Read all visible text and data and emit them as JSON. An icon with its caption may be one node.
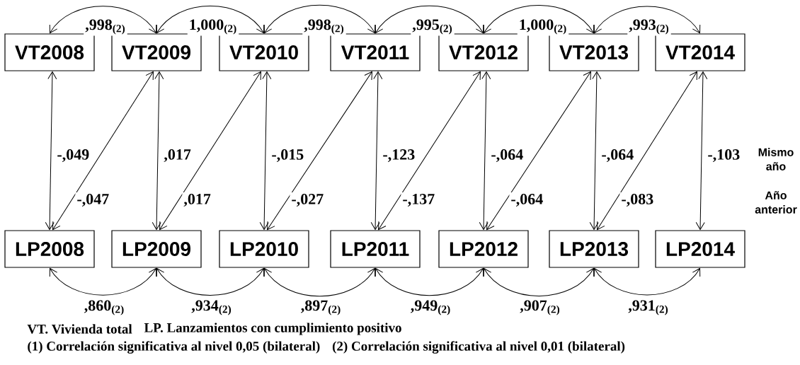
{
  "diagram": {
    "nodes": [
      {
        "text": [
          "VT2008"
        ]
      },
      {
        "text": [
          "VT2009"
        ]
      },
      {
        "text": [
          "VT2010"
        ]
      },
      {
        "text": [
          "VT2011"
        ]
      },
      {
        "text": [
          "VT2012"
        ]
      },
      {
        "text": [
          "VT2013"
        ]
      },
      {
        "text": [
          "VT2014"
        ]
      },
      {
        "text": [
          "LP2008"
        ]
      },
      {
        "text": [
          "LP2009"
        ]
      },
      {
        "text": [
          "LP2010"
        ]
      },
      {
        "text": [
          "LP2011"
        ]
      },
      {
        "text": [
          "LP2012"
        ]
      },
      {
        "text": [
          "LP2013"
        ]
      },
      {
        "text": [
          "LP2014"
        ]
      }
    ],
    "edges": [
      {
        "from": 0,
        "to": 1,
        "arrow": "both",
        "label": ",998$_{(2)}$"
      },
      {
        "from": 1,
        "to": 2,
        "arrow": "both",
        "label": "1,000$_{(2)}$"
      },
      {
        "from": 2,
        "to": 3,
        "arrow": "both",
        "label": ",998$_{(2)}$"
      },
      {
        "from": 3,
        "to": 4,
        "arrow": "both",
        "label": ",995$_{(2)}$"
      },
      {
        "from": 4,
        "to": 5,
        "arrow": "both",
        "label": "1,000$_{(2)}$"
      },
      {
        "from": 5,
        "to": 6,
        "arrow": "both",
        "label": ",993$_{(2)}$"
      },
      {
        "from": 0,
        "to": 7,
        "arrow": "both",
        "label": "-,049"
      },
      {
        "from": 1,
        "to": 8,
        "arrow": "both",
        "label": ",017"
      },
      {
        "from": 2,
        "to": 9,
        "arrow": "both",
        "label": "-,015"
      },
      {
        "from": 3,
        "to": 10,
        "arrow": "both",
        "label": "-,123"
      },
      {
        "from": 4,
        "to": 11,
        "arrow": "both",
        "label": "-,064"
      },
      {
        "from": 5,
        "to": 12,
        "arrow": "both",
        "label": "-,064"
      },
      {
        "from": 6,
        "to": 13,
        "arrow": "both",
        "label": "-,103"
      },
      {
        "from": 1,
        "to": 7,
        "arrow": "both",
        "label": "-,047"
      },
      {
        "from": 2,
        "to": 8,
        "arrow": "both",
        "label": ",017"
      },
      {
        "from": 3,
        "to": 9,
        "arrow": "both",
        "label": "-,027"
      },
      {
        "from": 4,
        "to": 10,
        "arrow": "both",
        "label": "-,137"
      },
      {
        "from": 5,
        "to": 11,
        "arrow": "both",
        "label": "-,064"
      },
      {
        "from": 6,
        "to": 12,
        "arrow": "both",
        "label": "-,083"
      },
      {
        "from": 7,
        "to": 8,
        "arrow": "both",
        "label": ",860$_{(2)}$"
      },
      {
        "from": 8,
        "to": 9,
        "arrow": "both",
        "label": ",934$_{(2)}$"
      },
      {
        "from": 9,
        "to": 10,
        "arrow": "both",
        "label": ",897$_{(2)}$"
      },
      {
        "from": 10,
        "to": 11,
        "arrow": "both",
        "label": ",949$_{(2)}$"
      },
      {
        "from": 11,
        "to": 12,
        "arrow": "both",
        "label": ",907$_{(2)}$"
      },
      {
        "from": 12,
        "to": 13,
        "arrow": "both",
        "label": ",931$_{(2)}$"
      }
    ],
    "labels": [
      "Mismo año",
      "Año anterior",
      "VT. Vivienda total",
      "LP. Lanzamientos con cumplimiento positivo",
      "(1) Correlación significativa al nivel 0,05 (bilateral)",
      "(2) Correlación significativa al nivel 0,01 (bilateral)"
    ]
  }
}
